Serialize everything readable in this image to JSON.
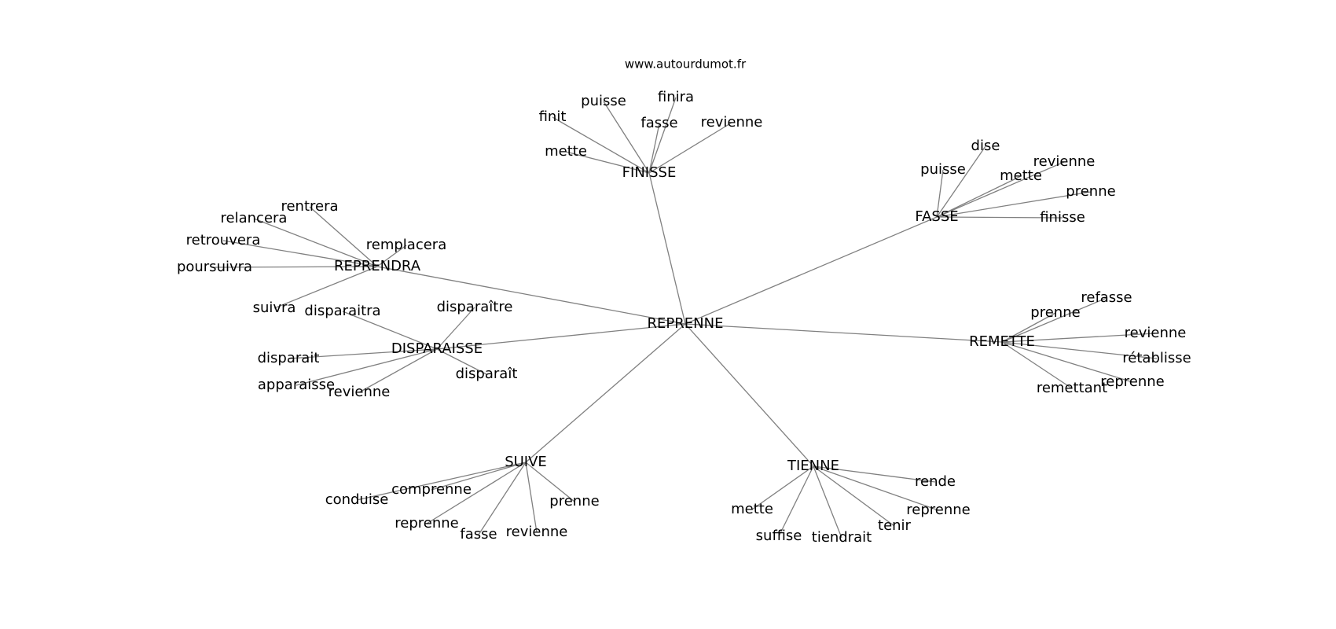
{
  "source": "www.autourdumot.fr",
  "graph": {
    "center": "REPRENNE",
    "hubs": [
      {
        "id": "FINISSE",
        "leaves": [
          "finit",
          "puisse",
          "finira",
          "fasse",
          "revienne",
          "mette"
        ]
      },
      {
        "id": "FASSE",
        "leaves": [
          "puisse",
          "dise",
          "revienne",
          "mette",
          "prenne",
          "finisse"
        ]
      },
      {
        "id": "REPRENDRA",
        "leaves": [
          "rentrera",
          "relancera",
          "retrouvera",
          "remplacera",
          "poursuivra",
          "suivra"
        ]
      },
      {
        "id": "DISPARAISSE",
        "leaves": [
          "disparaitra",
          "disparaître",
          "disparait",
          "apparaisse",
          "revienne",
          "disparaît"
        ]
      },
      {
        "id": "REMETTE",
        "leaves": [
          "refasse",
          "prenne",
          "revienne",
          "rétablisse",
          "reprenne",
          "remettant"
        ]
      },
      {
        "id": "SUIVE",
        "leaves": [
          "comprenne",
          "conduise",
          "prenne",
          "reprenne",
          "fasse",
          "revienne"
        ]
      },
      {
        "id": "TIENNE",
        "leaves": [
          "rende",
          "reprenne",
          "mette",
          "tenir",
          "suffise",
          "tiendrait"
        ]
      }
    ]
  }
}
